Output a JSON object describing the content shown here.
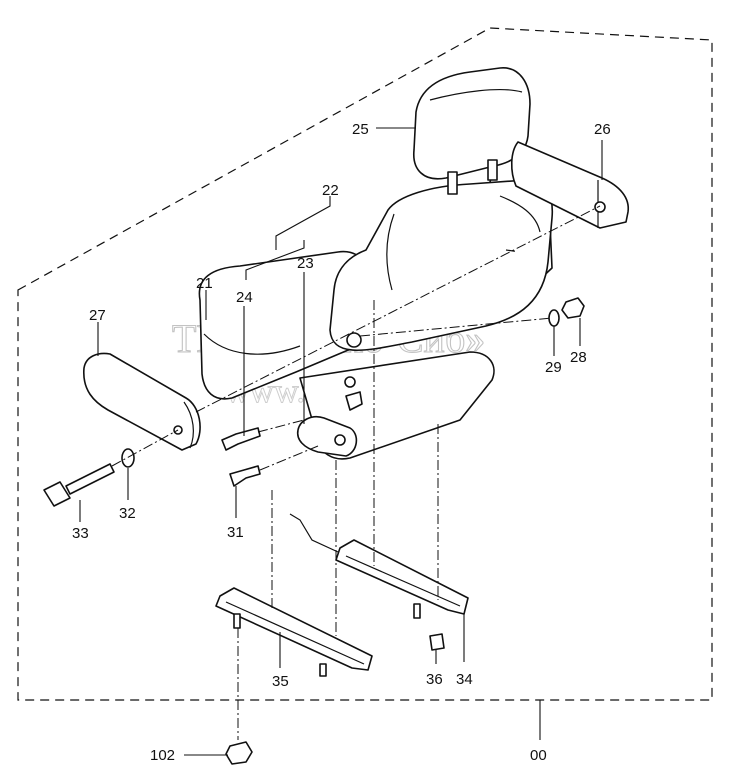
{
  "watermark": {
    "line1": "ТПК «Техно-Сиб»",
    "line2": "www.tpkts.ru"
  },
  "callouts": {
    "c00": "00",
    "c21": "21",
    "c22": "22",
    "c23": "23",
    "c24": "24",
    "c25": "25",
    "c26": "26",
    "c27": "27",
    "c28": "28",
    "c29": "29",
    "c31": "31",
    "c32": "32",
    "c33": "33",
    "c34": "34",
    "c35": "35",
    "c36": "36",
    "c102": "102"
  }
}
